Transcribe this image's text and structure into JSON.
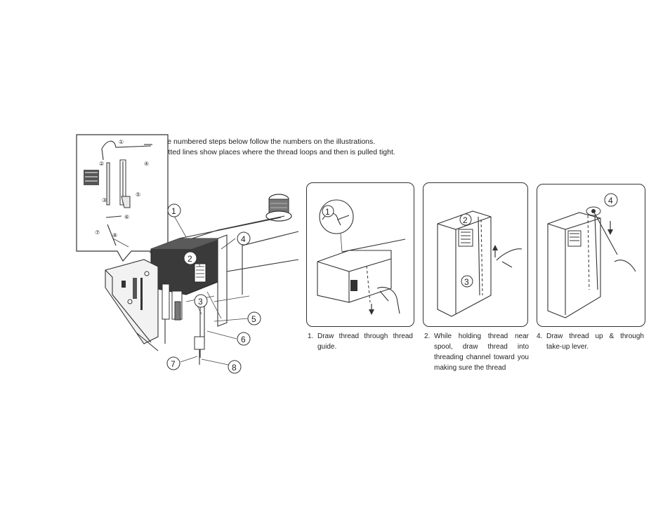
{
  "intro_text": "The numbered steps below follow the numbers on the illustrations. Dotted lines show places where the thread loops and then is pulled tight.",
  "main_callouts": [
    "1",
    "2",
    "3",
    "4",
    "5",
    "6",
    "7",
    "8"
  ],
  "inset_callouts": [
    "①",
    "②",
    "③",
    "④",
    "⑤",
    "⑥",
    "⑦",
    "⑧"
  ],
  "panels": [
    {
      "callout": "1",
      "step_number": "1.",
      "caption": "Draw thread through thread guide."
    },
    {
      "callout": "2",
      "callout_b": "3",
      "step_number": "2.",
      "caption": "While holding thread near spool, draw thread into threading channel toward you making sure the thread"
    },
    {
      "callout": "4",
      "step_number": "4.",
      "caption": "Draw thread up & through take-up lever."
    }
  ]
}
